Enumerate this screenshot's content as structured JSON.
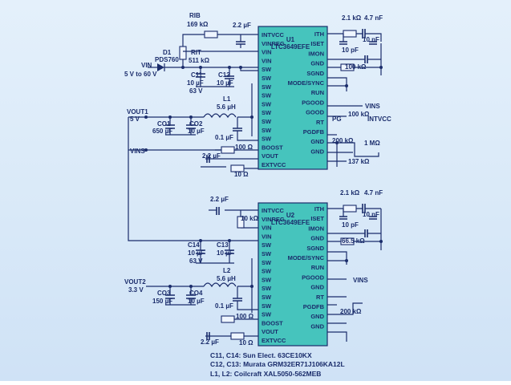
{
  "u1": {
    "name": "U1",
    "part": "LTC3649EFE",
    "left_pins": [
      "INTVCC",
      "VINREG",
      "VIN",
      "VIN",
      "SW",
      "SW",
      "SW",
      "SW",
      "SW",
      "SW",
      "SW",
      "SW",
      "SW",
      "BOOST",
      "VOUT",
      "EXTVCC"
    ],
    "right_pins": [
      "ITH",
      "ISET",
      "IMON",
      "GND",
      "SGND",
      "MODE/SYNC",
      "RUN",
      "PGOOD",
      "GOOD",
      "RT",
      "PGDFB",
      "GND",
      "GND"
    ]
  },
  "u2": {
    "name": "U2",
    "part": "LTC3649EFE",
    "left_pins": [
      "INTVCC",
      "VINREG",
      "VIN",
      "VIN",
      "SW",
      "SW",
      "SW",
      "SW",
      "SW",
      "SW",
      "SW",
      "SW",
      "SW",
      "BOOST",
      "VOUT",
      "EXTVCC"
    ],
    "right_pins": [
      "ITH",
      "ISET",
      "IMON",
      "GND",
      "SGND",
      "MODE/SYNC",
      "RUN",
      "PGOOD",
      "GND",
      "RT",
      "PGDFB",
      "GND",
      "GND"
    ]
  },
  "parts": {
    "rib": "RIB",
    "rib_val": "169 kΩ",
    "rit": "RIT",
    "rit_val": "511 kΩ",
    "d1": "D1",
    "d1_part": "PDS760",
    "vin": "VIN",
    "vin_range": "5 V to 60 V",
    "c_intvcc1": "2.2 µF",
    "c11": "C11",
    "c11_val": "10 µF",
    "c11_v": "63 V",
    "c12": "C12",
    "c12_val": "10 µF",
    "l1": "L1",
    "l1_val": "5.6 µH",
    "vout1": "VOUT1",
    "vout1_val": "5 V",
    "co1": "CO1",
    "co1_val": "650 µF",
    "co2": "CO2",
    "co2_val": "10 µF",
    "cboot1": "0.1 µF",
    "r_boost1": "100 Ω",
    "vins1": "VINS",
    "c_vout1": "2.2 µF",
    "r_ext1": "10 Ω",
    "r_ith1": "2.1 kΩ",
    "c_ith1a": "4.7 nF",
    "c_ith1b": "10 pF",
    "c_ith1c": "10 nF",
    "r_imon1": "100 kΩ",
    "vins_run1": "VINS",
    "pg": "PG",
    "r_pg": "100 kΩ",
    "intvcc_pg": "INTVCC",
    "r_rt1": "200 kΩ",
    "r_pgd1": "1 MΩ",
    "r_pgd2": "137 kΩ",
    "c_intvcc2": "2.2 µF",
    "r_vinreg2": "10 kΩ",
    "c14": "C14",
    "c14_val": "10 µF",
    "c14_v": "63 V",
    "c13": "C13",
    "c13_val": "10 µF",
    "l2": "L2",
    "l2_val": "5.6 µH",
    "vout2": "VOUT2",
    "vout2_val": "3.3 V",
    "co3": "CO3",
    "co3_val": "150 µF",
    "co4": "CO4",
    "co4_val": "10 µF",
    "cboot2": "0.1 µF",
    "r_boost2": "100 Ω",
    "c_vout2": "2.2 µF",
    "r_ext2": "10 Ω",
    "r_ith2": "2.1 kΩ",
    "c_ith2a": "4.7 nF",
    "c_ith2b": "10 pF",
    "c_ith2c": "10 nF",
    "r_imon2": "66.5 kΩ",
    "vins_run2": "VINS",
    "r_rt2": "200 kΩ"
  },
  "notes": [
    "C11, C14: Sun Elect. 63CE10KX",
    "C12, C13: Murata GRM32ER71J106KA12L",
    "L1, L2: Coilcraft XAL5050-562MEB"
  ]
}
